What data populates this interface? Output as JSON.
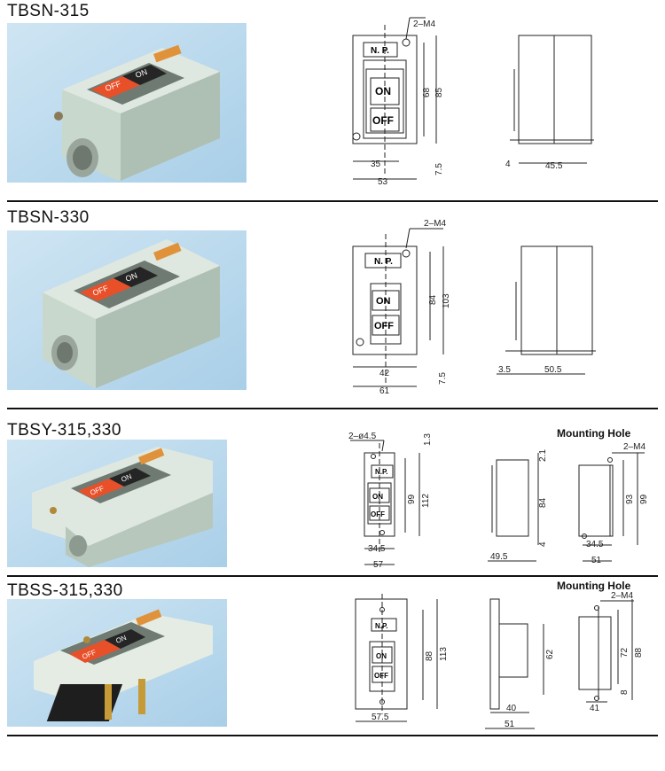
{
  "models": [
    {
      "title": "TBSN-315"
    },
    {
      "title": "TBSN-330"
    },
    {
      "title": "TBSY-315,330",
      "mounting_hole_label": "Mounting Hole"
    },
    {
      "title": "TBSS-315,330",
      "mounting_hole_label": "Mounting Hole"
    }
  ],
  "labels": {
    "np": "N. P.",
    "np_short": "N.P.",
    "on": "ON",
    "off": "OFF"
  },
  "dims": {
    "s1": {
      "m4": "2–M4",
      "h68": "68",
      "h85": "85",
      "w35": "35",
      "w53": "53",
      "d7_5": "7.5",
      "side4": "4",
      "side45_5": "45.5"
    },
    "s2": {
      "m4": "2–M4",
      "h84": "84",
      "h103": "103",
      "w42": "42",
      "w61": "61",
      "d7_5": "7.5",
      "side3_5": "3.5",
      "side50_5": "50.5"
    },
    "s3": {
      "phi": "2–ø4.5",
      "d1_3": "1.3",
      "h99": "99",
      "h112": "112",
      "w34_5": "34.5",
      "w57": "57",
      "s2_1": "2.1",
      "s84": "84",
      "s4": "4",
      "s49_5": "49.5",
      "m4": "2–M4",
      "m93": "93",
      "m99": "99",
      "m34_5": "34.5",
      "m51": "51"
    },
    "s4": {
      "h88": "88",
      "h113": "113",
      "w57_5": "57.5",
      "s62": "62",
      "s40": "40",
      "s51": "51",
      "m4": "2–M4",
      "m72": "72",
      "m88": "88",
      "m8": "8",
      "m41": "41"
    }
  },
  "colors": {
    "off_button": "#e8502a",
    "on_button": "#222222",
    "housing": "#c8d6cc",
    "photo_bg": "#d4e8f4"
  }
}
